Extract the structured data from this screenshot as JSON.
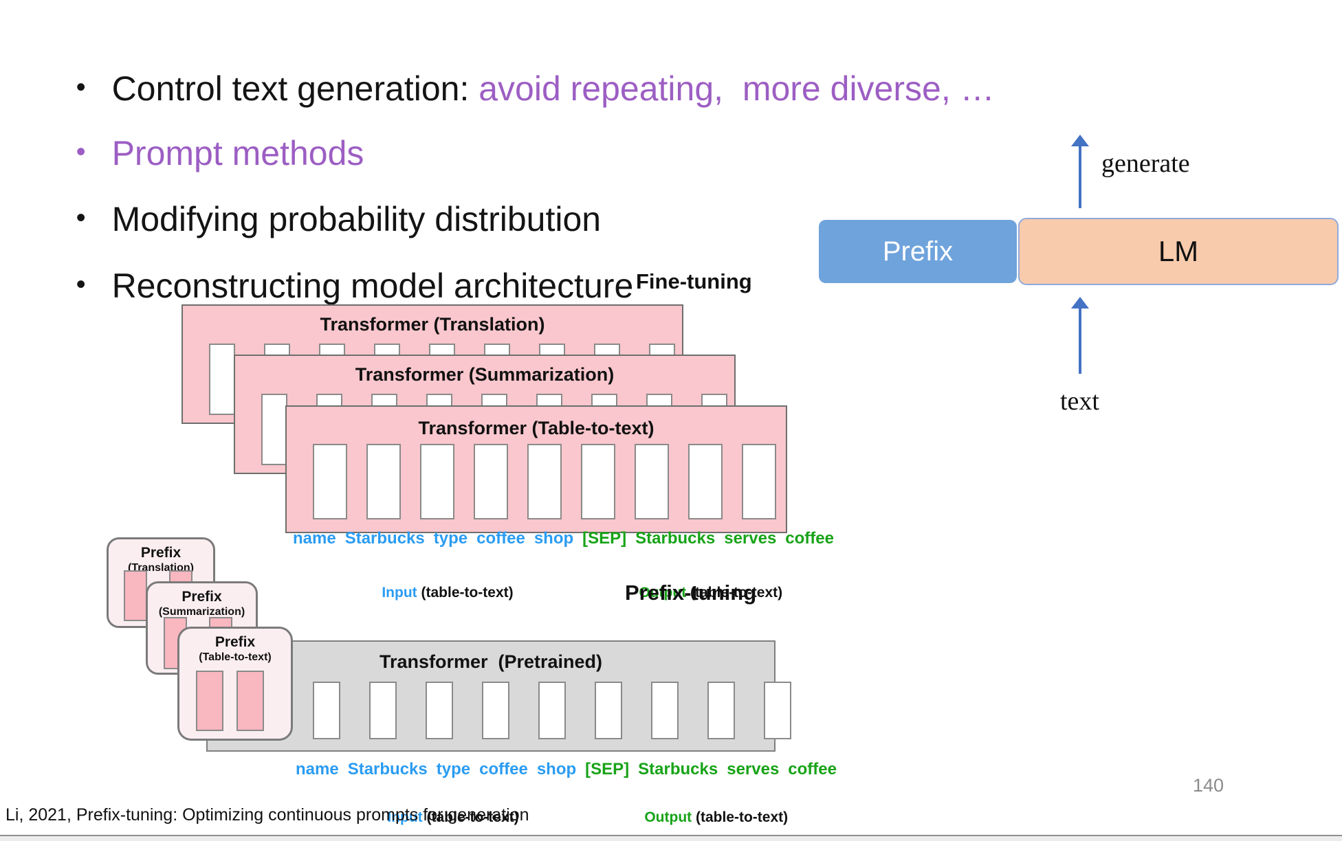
{
  "bullets": [
    {
      "prefix": "Control text generation: ",
      "highlight": "avoid repeating,  more diverse, …"
    },
    {
      "label": "Prompt methods"
    },
    {
      "label": "Modifying probability distribution"
    },
    {
      "label": "Reconstructing model architecture"
    }
  ],
  "right_diagram": {
    "generate_label": "generate",
    "input_label": "text",
    "prefix_box_label": "Prefix",
    "lm_box_label": "LM"
  },
  "finetuning": {
    "title": "Fine-tuning",
    "slot_count": 9,
    "transformers": [
      "Transformer (Translation)",
      "Transformer (Summarization)",
      "Transformer (Table-to-text)"
    ]
  },
  "prefixtuning": {
    "title": "Prefix-tuning",
    "transformer_label": "Transformer  (Pretrained)",
    "prefixes": [
      {
        "title": "Prefix",
        "subtitle": "(Translation)"
      },
      {
        "title": "Prefix",
        "subtitle": "(Summarization)"
      },
      {
        "title": "Prefix",
        "subtitle": "(Table-to-text)"
      }
    ]
  },
  "token_row": {
    "input_tokens": [
      "name",
      "Starbucks",
      "type",
      "coffee",
      "shop"
    ],
    "sep_token": "[SEP]",
    "output_tokens": [
      "Starbucks",
      "serves",
      "coffee"
    ],
    "input_label": "Input",
    "output_label": "Output",
    "type_suffix": " (table-to-text)"
  },
  "footer": {
    "citation": "Li, 2021, Prefix-tuning: Optimizing continuous prompts for generation",
    "page_number": "140"
  },
  "colors": {
    "bullet_purple": "#9C5EC3",
    "token_blue": "#2B9CF2",
    "token_green": "#17A317",
    "arrow_blue": "#4472C4",
    "prefix_box_blue": "#6FA3DC",
    "lm_box_peach": "#F8CBAD",
    "transformer_pink": "#F9C7CD",
    "prefix_card_pink": "#FBEEF1",
    "prefix_slot_pink": "#F9B7C0",
    "pretrained_gray": "#D9D9D9"
  }
}
